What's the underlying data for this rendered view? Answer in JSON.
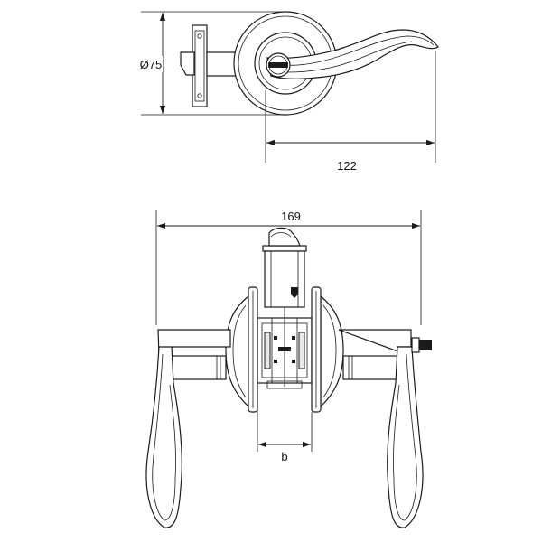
{
  "dimensions": {
    "diameter": "Ø75",
    "depth": "122",
    "width": "169",
    "backset": "b"
  },
  "colors": {
    "line": "#1a1a1a",
    "background": "#ffffff"
  }
}
